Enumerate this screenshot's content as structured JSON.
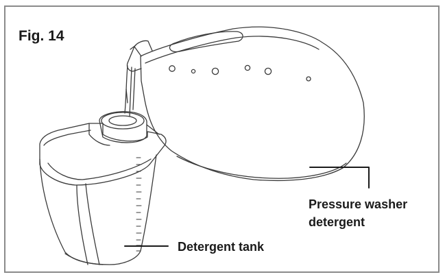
{
  "figure": {
    "title": "Fig. 14"
  },
  "labels": {
    "detergent_line1": "Pressure washer",
    "detergent_line2": "detergent",
    "tank": "Detergent tank"
  }
}
